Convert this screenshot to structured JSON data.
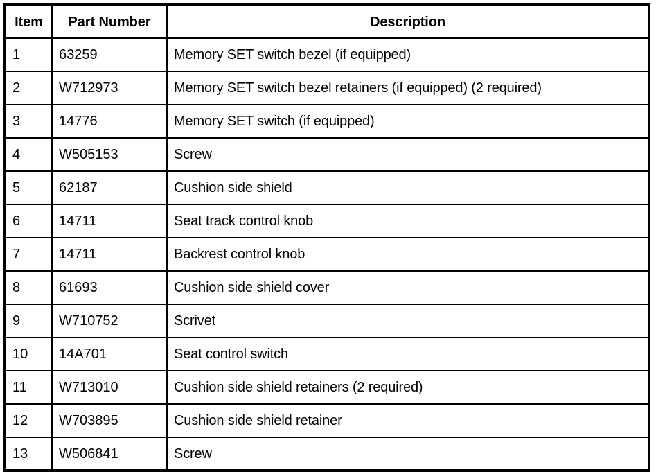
{
  "table": {
    "columns": [
      {
        "key": "item",
        "label": "Item"
      },
      {
        "key": "part_number",
        "label": "Part Number"
      },
      {
        "key": "description",
        "label": "Description"
      }
    ],
    "rows": [
      {
        "item": "1",
        "part_number": "63259",
        "description": "Memory SET switch bezel (if equipped)"
      },
      {
        "item": "2",
        "part_number": "W712973",
        "description": "Memory SET switch bezel retainers (if equipped) (2 required)"
      },
      {
        "item": "3",
        "part_number": "14776",
        "description": "Memory SET switch (if equipped)"
      },
      {
        "item": "4",
        "part_number": "W505153",
        "description": "Screw"
      },
      {
        "item": "5",
        "part_number": "62187",
        "description": "Cushion side shield"
      },
      {
        "item": "6",
        "part_number": "14711",
        "description": "Seat track control knob"
      },
      {
        "item": "7",
        "part_number": "14711",
        "description": "Backrest control knob"
      },
      {
        "item": "8",
        "part_number": "61693",
        "description": "Cushion side shield cover"
      },
      {
        "item": "9",
        "part_number": "W710752",
        "description": "Scrivet"
      },
      {
        "item": "10",
        "part_number": "14A701",
        "description": "Seat control switch"
      },
      {
        "item": "11",
        "part_number": "W713010",
        "description": "Cushion side shield retainers (2 required)"
      },
      {
        "item": "12",
        "part_number": "W703895",
        "description": "Cushion side shield retainer"
      },
      {
        "item": "13",
        "part_number": "W506841",
        "description": "Screw"
      }
    ]
  },
  "style": {
    "border_color": "#000000",
    "text_color": "#000000",
    "background": "#ffffff"
  }
}
